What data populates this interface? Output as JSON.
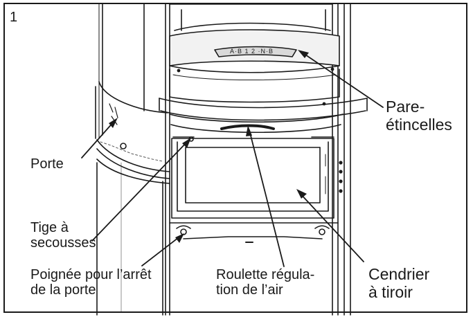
{
  "figure": {
    "number": "1",
    "labels": {
      "porte": "Porte",
      "pare_etincelles": [
        "Pare-",
        "étincelles"
      ],
      "tige": [
        "Tige à",
        "secousses"
      ],
      "poignee": [
        "Poignée pour l’arrêt",
        "de la porte"
      ],
      "roulette": [
        "Roulette régula-",
        "tion de l’air"
      ],
      "cendrier": [
        "Cendrier",
        "à tiroir"
      ]
    },
    "dial_text": "A·B  1 2  ·N·B"
  },
  "colors": {
    "line": "#1a1a1a",
    "background": "#ffffff",
    "glass": "#f2f2f2",
    "shade": "#d9d9d9"
  }
}
